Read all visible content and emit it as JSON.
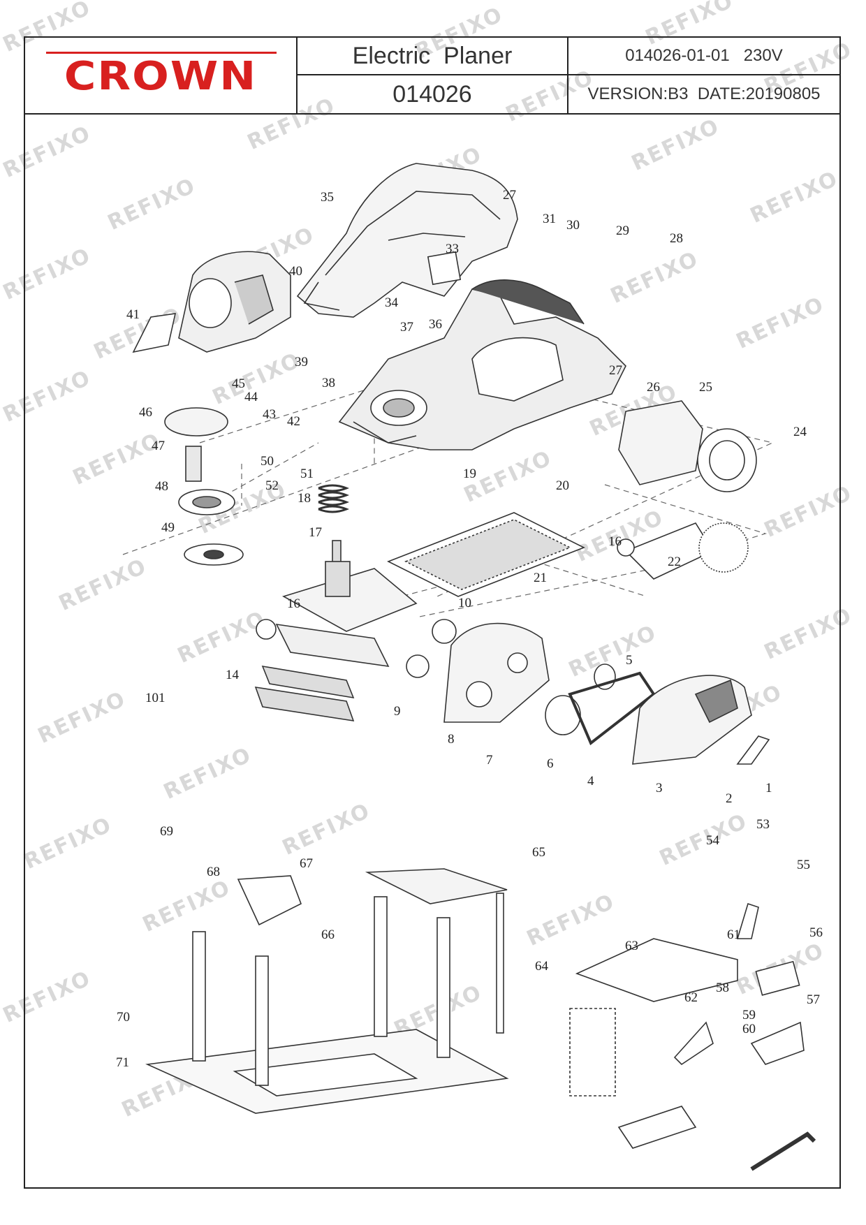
{
  "header": {
    "brand": "CROWN",
    "product_name": "Electric  Planer",
    "model": "014026",
    "drawing_code": "014026-01-01   230V",
    "version_date": "VERSION:B3  DATE:20190805"
  },
  "watermark": "REFIXO",
  "colors": {
    "brand_red": "#d8201f",
    "line": "#222222",
    "watermark": "#d8d8d8"
  },
  "part_labels": [
    "1",
    "2",
    "3",
    "4",
    "5",
    "6",
    "7",
    "8",
    "9",
    "10",
    "14",
    "16",
    "16",
    "17",
    "18",
    "19",
    "20",
    "21",
    "22",
    "24",
    "25",
    "26",
    "27",
    "27",
    "28",
    "29",
    "30",
    "31",
    "33",
    "34",
    "35",
    "36",
    "37",
    "38",
    "39",
    "40",
    "41",
    "42",
    "43",
    "44",
    "45",
    "46",
    "47",
    "48",
    "49",
    "50",
    "51",
    "52",
    "53",
    "54",
    "55",
    "56",
    "57",
    "58",
    "59",
    "60",
    "61",
    "62",
    "63",
    "64",
    "65",
    "66",
    "67",
    "68",
    "69",
    "70",
    "71",
    "101"
  ]
}
